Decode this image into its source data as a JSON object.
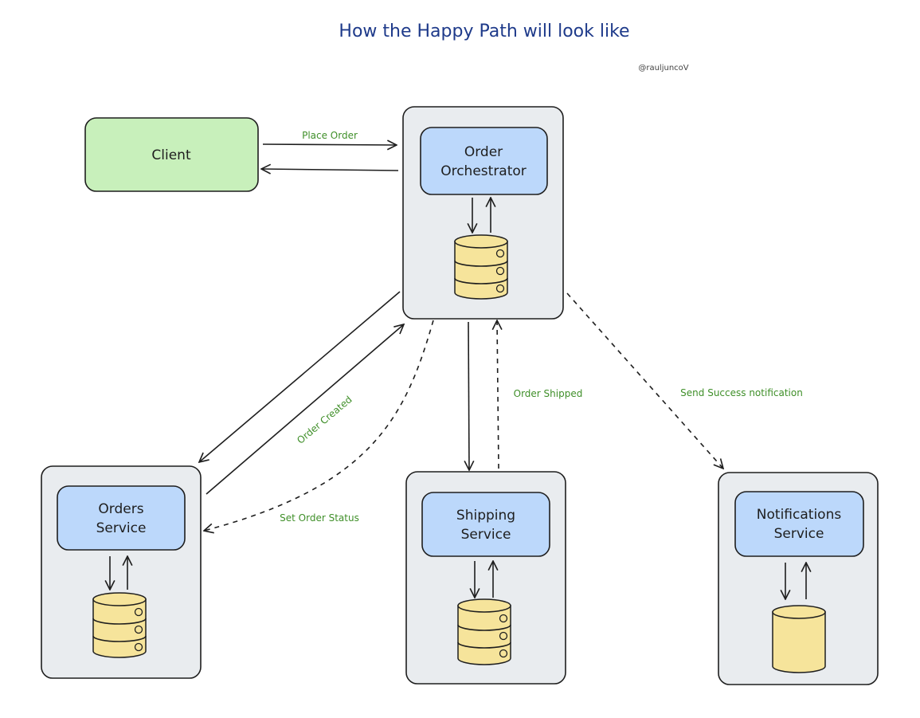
{
  "title": "How the Happy Path will look like",
  "handle": "@rauljuncoV",
  "nodes": {
    "client": "Client",
    "orchestrator": [
      "Order",
      "Orchestrator"
    ],
    "orders": [
      "Orders",
      "Service"
    ],
    "shipping": [
      "Shipping",
      "Service"
    ],
    "notifications": [
      "Notifications",
      "Service"
    ]
  },
  "edges": {
    "place_order": "Place Order",
    "order_created": "Order Created",
    "set_order_status": "Set Order Status",
    "order_shipped": "Order Shipped",
    "send_success": "Send Success notification"
  },
  "colors": {
    "title": "#1e3a8a",
    "edge_label": "#3f8f29",
    "client_fill": "#c8f0bb",
    "service_fill": "#bcd8fb",
    "container_fill": "#e9ecef",
    "db_fill": "#f6e49b"
  }
}
